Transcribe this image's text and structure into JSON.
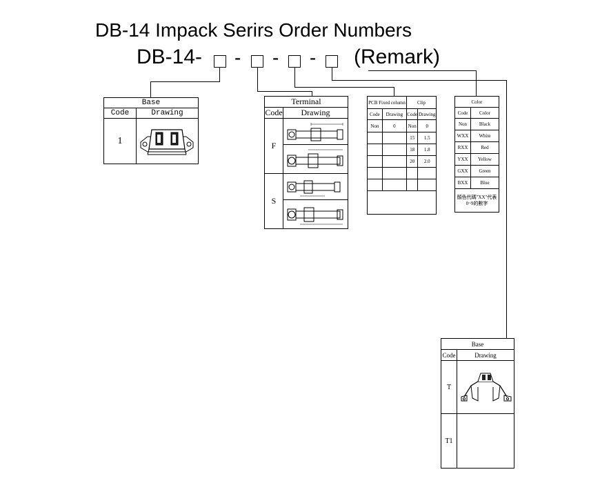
{
  "title": "DB-14 Impack Serirs Order Numbers",
  "code_prefix": "DB-14-",
  "separator": "-",
  "remark": "(Remark)",
  "base_table": {
    "header": "Base",
    "col_code": "Code",
    "col_drawing": "Drawing",
    "rows": [
      {
        "code": "1"
      }
    ]
  },
  "terminal_table": {
    "header": "Terminal",
    "col_code": "Code",
    "col_drawing": "Drawing",
    "rows": [
      {
        "code": "F"
      },
      {
        "code": "S"
      }
    ]
  },
  "pcb_clip_table": {
    "pcb_header": "PCB Fixed column",
    "clip_header": "Clip",
    "col_code": "Code",
    "col_drawing": "Drawing",
    "pcb_rows": [
      {
        "code": "Non",
        "drawing": "0"
      }
    ],
    "clip_rows": [
      {
        "code": "Non",
        "drawing": "0"
      },
      {
        "code": "15",
        "drawing": "1.5"
      },
      {
        "code": "18",
        "drawing": "1.8"
      },
      {
        "code": "20",
        "drawing": "2.0"
      }
    ]
  },
  "color_table": {
    "header": "Color",
    "col_code": "Code",
    "col_color": "Color",
    "rows": [
      {
        "code": "Non",
        "color": "Black"
      },
      {
        "code": "WXX",
        "color": "White"
      },
      {
        "code": "RXX",
        "color": "Red"
      },
      {
        "code": "YXX",
        "color": "Yellow"
      },
      {
        "code": "GXX",
        "color": "Green"
      },
      {
        "code": "BXX",
        "color": "Blue"
      }
    ],
    "note": "顏色代碼\"XX\"代表0~9的數字"
  },
  "base_table_2": {
    "header": "Base",
    "col_code": "Code",
    "col_drawing": "Drawing",
    "rows": [
      {
        "code": "T"
      },
      {
        "code": "T1"
      }
    ]
  }
}
